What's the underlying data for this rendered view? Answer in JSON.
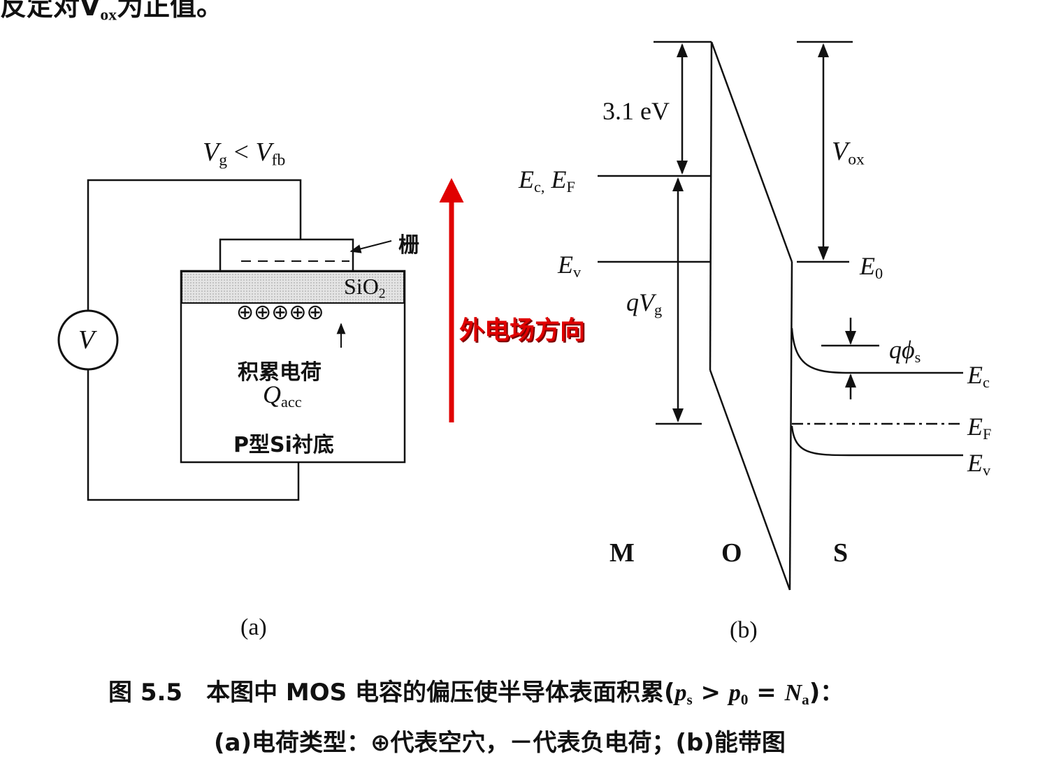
{
  "top_fragment": "反定对V",
  "top_fragment_sub": "ox",
  "top_fragment_tail": "为正值。",
  "panel_a": {
    "vg": "V",
    "vg_sub": "g",
    "lt": "<",
    "vfb": "V",
    "vfb_sub": "fb",
    "meter": "V",
    "gate_label": "栅",
    "oxide_label": "SiO",
    "oxide_sub": "2",
    "holes": "⊕⊕⊕⊕⊕",
    "accum_title": "积累电荷",
    "accum_q": "Q",
    "accum_q_sub": "acc",
    "substrate": "P型Si衬底",
    "caption": "(a)"
  },
  "field_label": "外电场方向",
  "panel_b": {
    "label_3_1ev": "3.1 eV",
    "ec_ef_m": "E",
    "ec_ef_m_sub1": "c,",
    "ec_ef_m_E2": "E",
    "ec_ef_m_sub2": "F",
    "ev_m": "E",
    "ev_m_sub": "v",
    "qvg": "qV",
    "qvg_sub": "g",
    "vox": "V",
    "vox_sub": "ox",
    "e0": "E",
    "e0_sub": "0",
    "qphis": "qϕ",
    "qphis_sub": "s",
    "ec_s": "E",
    "ec_s_sub": "c",
    "ef_s": "E",
    "ef_s_sub": "F",
    "ev_s": "E",
    "ev_s_sub": "v",
    "m": "M",
    "o": "O",
    "s": "S",
    "caption": "(b)"
  },
  "figure_caption": {
    "line1_prefix": "图 5.5　本图中 MOS 电容的偏压使半导体表面积累(",
    "line1_math": "p",
    "line1_sub1": "s",
    "line1_mid": " > ",
    "line1_p0": "p",
    "line1_sub2": "0",
    "line1_eq": " = ",
    "line1_na": "N",
    "line1_sub3": "a",
    "line1_end": ")：",
    "line2": "(a)电荷类型：⊕代表空穴，－代表负电荷；(b)能带图"
  },
  "colors": {
    "arrow": "#e00000",
    "ink": "#111111",
    "oxide_fill": "#d8d8d8"
  }
}
